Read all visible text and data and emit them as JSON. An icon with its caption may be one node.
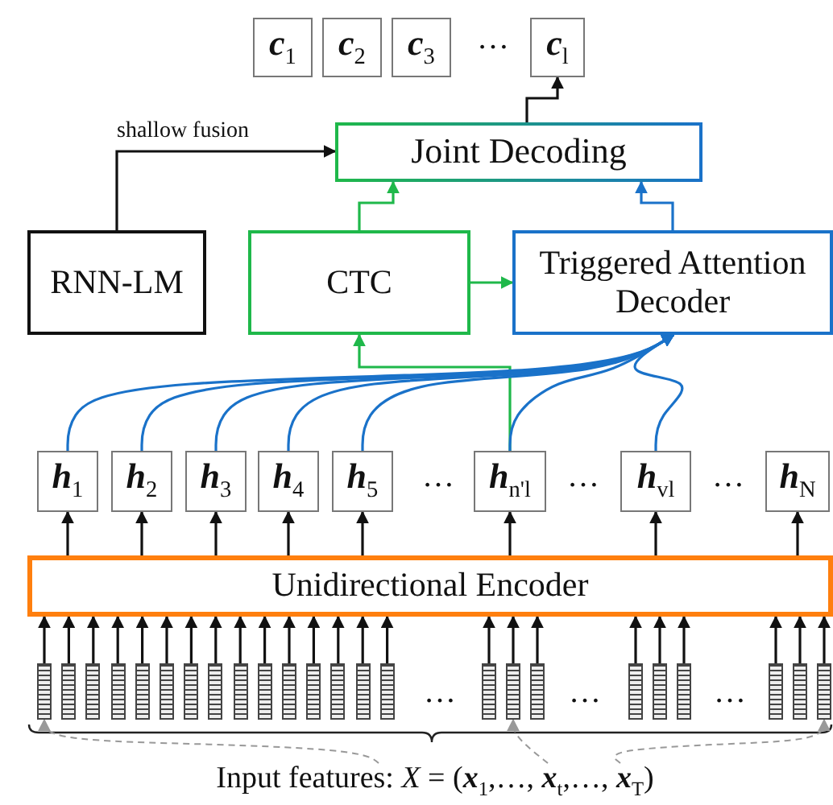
{
  "diagram": {
    "nodes": [
      {
        "text": [
          "**c**$_{1}$"
        ]
      },
      {
        "text": [
          "**c**$_{2}$"
        ]
      },
      {
        "text": [
          "**c**$_{3}$"
        ]
      },
      {
        "text": [
          "**c**$_{l}$"
        ]
      },
      {
        "text": [
          "Joint Decoding"
        ]
      },
      {
        "text": [
          "RNN-LM"
        ]
      },
      {
        "text": [
          "CTC"
        ]
      },
      {
        "text": [
          "Triggered Attention Decoder"
        ]
      },
      {
        "text": [
          "**h**$_{1}$"
        ]
      },
      {
        "text": [
          "**h**$_{2}$"
        ]
      },
      {
        "text": [
          "**h**$_{3}$"
        ]
      },
      {
        "text": [
          "**h**$_{4}$"
        ]
      },
      {
        "text": [
          "**h**$_{5}$"
        ]
      },
      {
        "text": [
          "**h**$_{n'l}$"
        ]
      },
      {
        "text": [
          "**h**$_{vl}$"
        ]
      },
      {
        "text": [
          "**h**$_{N}$"
        ]
      },
      {
        "text": [
          "Unidirectional Encoder"
        ]
      },
      {
        "text": [],
        "shape": "bar"
      },
      {
        "text": [],
        "shape": "bar"
      },
      {
        "text": [],
        "shape": "bar"
      },
      {
        "text": [],
        "shape": "bar"
      },
      {
        "text": [],
        "shape": "bar"
      },
      {
        "text": [],
        "shape": "bar"
      },
      {
        "text": [],
        "shape": "bar"
      },
      {
        "text": [],
        "shape": "bar"
      },
      {
        "text": [],
        "shape": "bar"
      },
      {
        "text": [],
        "shape": "bar"
      },
      {
        "text": [],
        "shape": "bar"
      },
      {
        "text": [],
        "shape": "bar"
      },
      {
        "text": [],
        "shape": "bar"
      },
      {
        "text": [],
        "shape": "bar"
      },
      {
        "text": [],
        "shape": "bar"
      },
      {
        "text": [],
        "shape": "bar"
      },
      {
        "text": [],
        "shape": "bar"
      },
      {
        "text": [],
        "shape": "bar"
      },
      {
        "text": [],
        "shape": "bar"
      },
      {
        "text": [],
        "shape": "bar"
      },
      {
        "text": [],
        "shape": "bar"
      },
      {
        "text": [],
        "shape": "bar"
      },
      {
        "text": [],
        "shape": "bar"
      },
      {
        "text": [],
        "shape": "bar"
      },
      {
        "text": [
          "Input features: *X* = (**x**$_{1}$,…, **x**$_{t}$,…, **x**$_{T}$)"
        ]
      }
    ],
    "edges": [
      {
        "from": 4,
        "to": 3,
        "arrow": "to"
      },
      {
        "from": 5,
        "to": 4,
        "arrow": "to",
        "label": "shallow fusion"
      },
      {
        "from": 6,
        "to": 4,
        "arrow": "to",
        "color": "#1fb84a"
      },
      {
        "from": 7,
        "to": 4,
        "arrow": "to",
        "color": "#1a72c9"
      },
      {
        "from": 6,
        "to": 7,
        "arrow": "to",
        "color": "#1fb84a"
      },
      {
        "from": 13,
        "to": 6,
        "arrow": "to",
        "color": "#1fb84a"
      },
      {
        "from": 8,
        "to": 7,
        "arrow": "to",
        "color": "#1a72c9"
      },
      {
        "from": 9,
        "to": 7,
        "arrow": "to",
        "color": "#1a72c9"
      },
      {
        "from": 10,
        "to": 7,
        "arrow": "to",
        "color": "#1a72c9"
      },
      {
        "from": 11,
        "to": 7,
        "arrow": "to",
        "color": "#1a72c9"
      },
      {
        "from": 12,
        "to": 7,
        "arrow": "to",
        "color": "#1a72c9"
      },
      {
        "from": 13,
        "to": 7,
        "arrow": "to",
        "color": "#1a72c9"
      },
      {
        "from": 14,
        "to": 7,
        "arrow": "to",
        "color": "#1a72c9"
      },
      {
        "from": 16,
        "to": 8,
        "arrow": "to"
      },
      {
        "from": 16,
        "to": 9,
        "arrow": "to"
      },
      {
        "from": 16,
        "to": 10,
        "arrow": "to"
      },
      {
        "from": 16,
        "to": 11,
        "arrow": "to"
      },
      {
        "from": 16,
        "to": 12,
        "arrow": "to"
      },
      {
        "from": 16,
        "to": 13,
        "arrow": "to"
      },
      {
        "from": 16,
        "to": 14,
        "arrow": "to"
      },
      {
        "from": 16,
        "to": 15,
        "arrow": "to"
      },
      {
        "from": 17,
        "to": 16,
        "arrow": "to"
      },
      {
        "from": 18,
        "to": 16,
        "arrow": "to"
      },
      {
        "from": 19,
        "to": 16,
        "arrow": "to"
      },
      {
        "from": 20,
        "to": 16,
        "arrow": "to"
      },
      {
        "from": 21,
        "to": 16,
        "arrow": "to"
      },
      {
        "from": 22,
        "to": 16,
        "arrow": "to"
      },
      {
        "from": 23,
        "to": 16,
        "arrow": "to"
      },
      {
        "from": 24,
        "to": 16,
        "arrow": "to"
      },
      {
        "from": 25,
        "to": 16,
        "arrow": "to"
      },
      {
        "from": 26,
        "to": 16,
        "arrow": "to"
      },
      {
        "from": 27,
        "to": 16,
        "arrow": "to"
      },
      {
        "from": 28,
        "to": 16,
        "arrow": "to"
      },
      {
        "from": 29,
        "to": 16,
        "arrow": "to"
      },
      {
        "from": 30,
        "to": 16,
        "arrow": "to"
      },
      {
        "from": 31,
        "to": 16,
        "arrow": "to"
      },
      {
        "from": 32,
        "to": 16,
        "arrow": "to"
      },
      {
        "from": 33,
        "to": 16,
        "arrow": "to"
      },
      {
        "from": 34,
        "to": 16,
        "arrow": "to"
      },
      {
        "from": 35,
        "to": 16,
        "arrow": "to"
      },
      {
        "from": 36,
        "to": 16,
        "arrow": "to"
      },
      {
        "from": 37,
        "to": 16,
        "arrow": "to"
      },
      {
        "from": 38,
        "to": 16,
        "arrow": "to"
      },
      {
        "from": 39,
        "to": 16,
        "arrow": "to"
      },
      {
        "from": 40,
        "to": 16,
        "arrow": "to"
      },
      {
        "from": 41,
        "to": 17,
        "arrow": "to",
        "style": "dashed",
        "color": "#999999"
      },
      {
        "from": 41,
        "to": 33,
        "arrow": "to",
        "style": "dashed",
        "color": "#999999"
      },
      {
        "from": 41,
        "to": 40,
        "arrow": "to",
        "style": "dashed",
        "color": "#999999"
      }
    ],
    "labels": [
      "…",
      "…",
      "…",
      "…",
      "…",
      "…",
      "…"
    ]
  }
}
